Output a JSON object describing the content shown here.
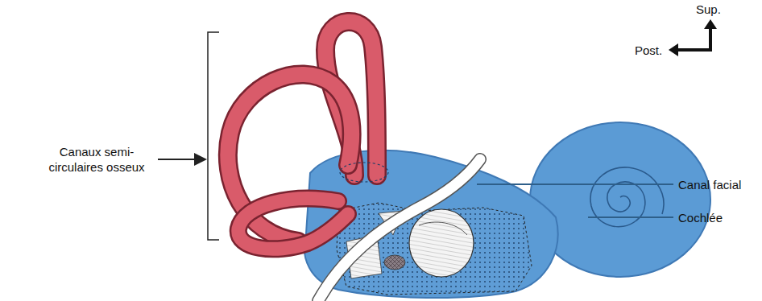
{
  "diagram": {
    "labels": [
      "Sup.",
      "Post.",
      "Canaux semi-circulaires osseux",
      "Canal facial",
      "Cochlée"
    ]
  }
}
